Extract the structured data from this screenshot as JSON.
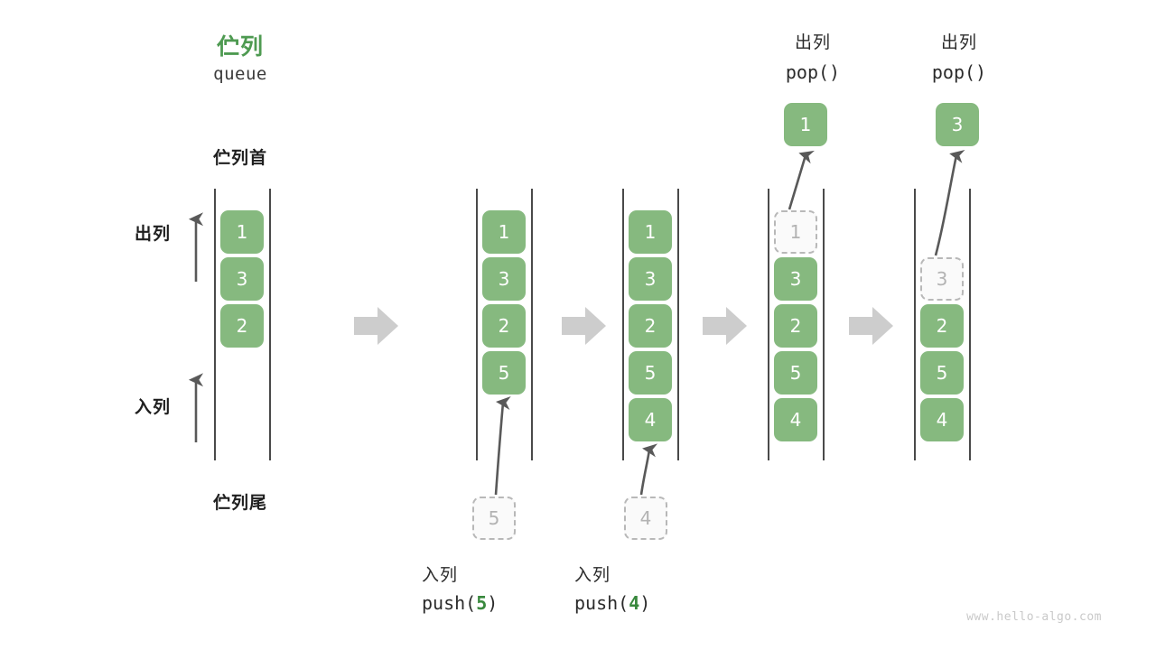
{
  "meta": {
    "watermark": "www.hello-algo.com"
  },
  "header": {
    "title_cn": "伫列",
    "title_en": "queue"
  },
  "annotations": {
    "head_label": "伫列首",
    "tail_label": "伫列尾",
    "dequeue_label": "出列",
    "enqueue_label": "入列"
  },
  "stages": [
    {
      "id": "initial",
      "items": [
        "1",
        "3",
        "2"
      ],
      "ghost": null,
      "top_label_cn": null,
      "top_code": null,
      "bottom_label_cn": null,
      "bottom_code": null,
      "popped": null,
      "incoming": null
    },
    {
      "id": "push-5",
      "items": [
        "1",
        "3",
        "2",
        "5"
      ],
      "ghost": null,
      "top_label_cn": null,
      "top_code": null,
      "bottom_label_cn": "入列",
      "bottom_code_prefix": "push(",
      "bottom_code_arg": "5",
      "bottom_code_suffix": ")",
      "incoming": "5"
    },
    {
      "id": "push-4",
      "items": [
        "1",
        "3",
        "2",
        "5",
        "4"
      ],
      "ghost": null,
      "bottom_label_cn": "入列",
      "bottom_code_prefix": "push(",
      "bottom_code_arg": "4",
      "bottom_code_suffix": ")",
      "incoming": "4"
    },
    {
      "id": "pop-1",
      "items": [
        "3",
        "2",
        "5",
        "4"
      ],
      "ghost": "1",
      "top_label_cn": "出列",
      "top_code": "pop()",
      "popped": "1"
    },
    {
      "id": "pop-3",
      "items": [
        "2",
        "5",
        "4"
      ],
      "ghost": "3",
      "top_label_cn": "出列",
      "top_code": "pop()",
      "popped": "3"
    }
  ],
  "colors": {
    "box_green": "#86b97f",
    "title_green": "#4e9a51",
    "arg_green": "#38883c",
    "rail": "#4a4a4a",
    "flow_arrow": "#cdcdcd",
    "thin_arrow": "#595959",
    "ghost_border": "#b8b8b8",
    "ghost_text": "#b3b3b3",
    "watermark": "#c9c9c9"
  }
}
